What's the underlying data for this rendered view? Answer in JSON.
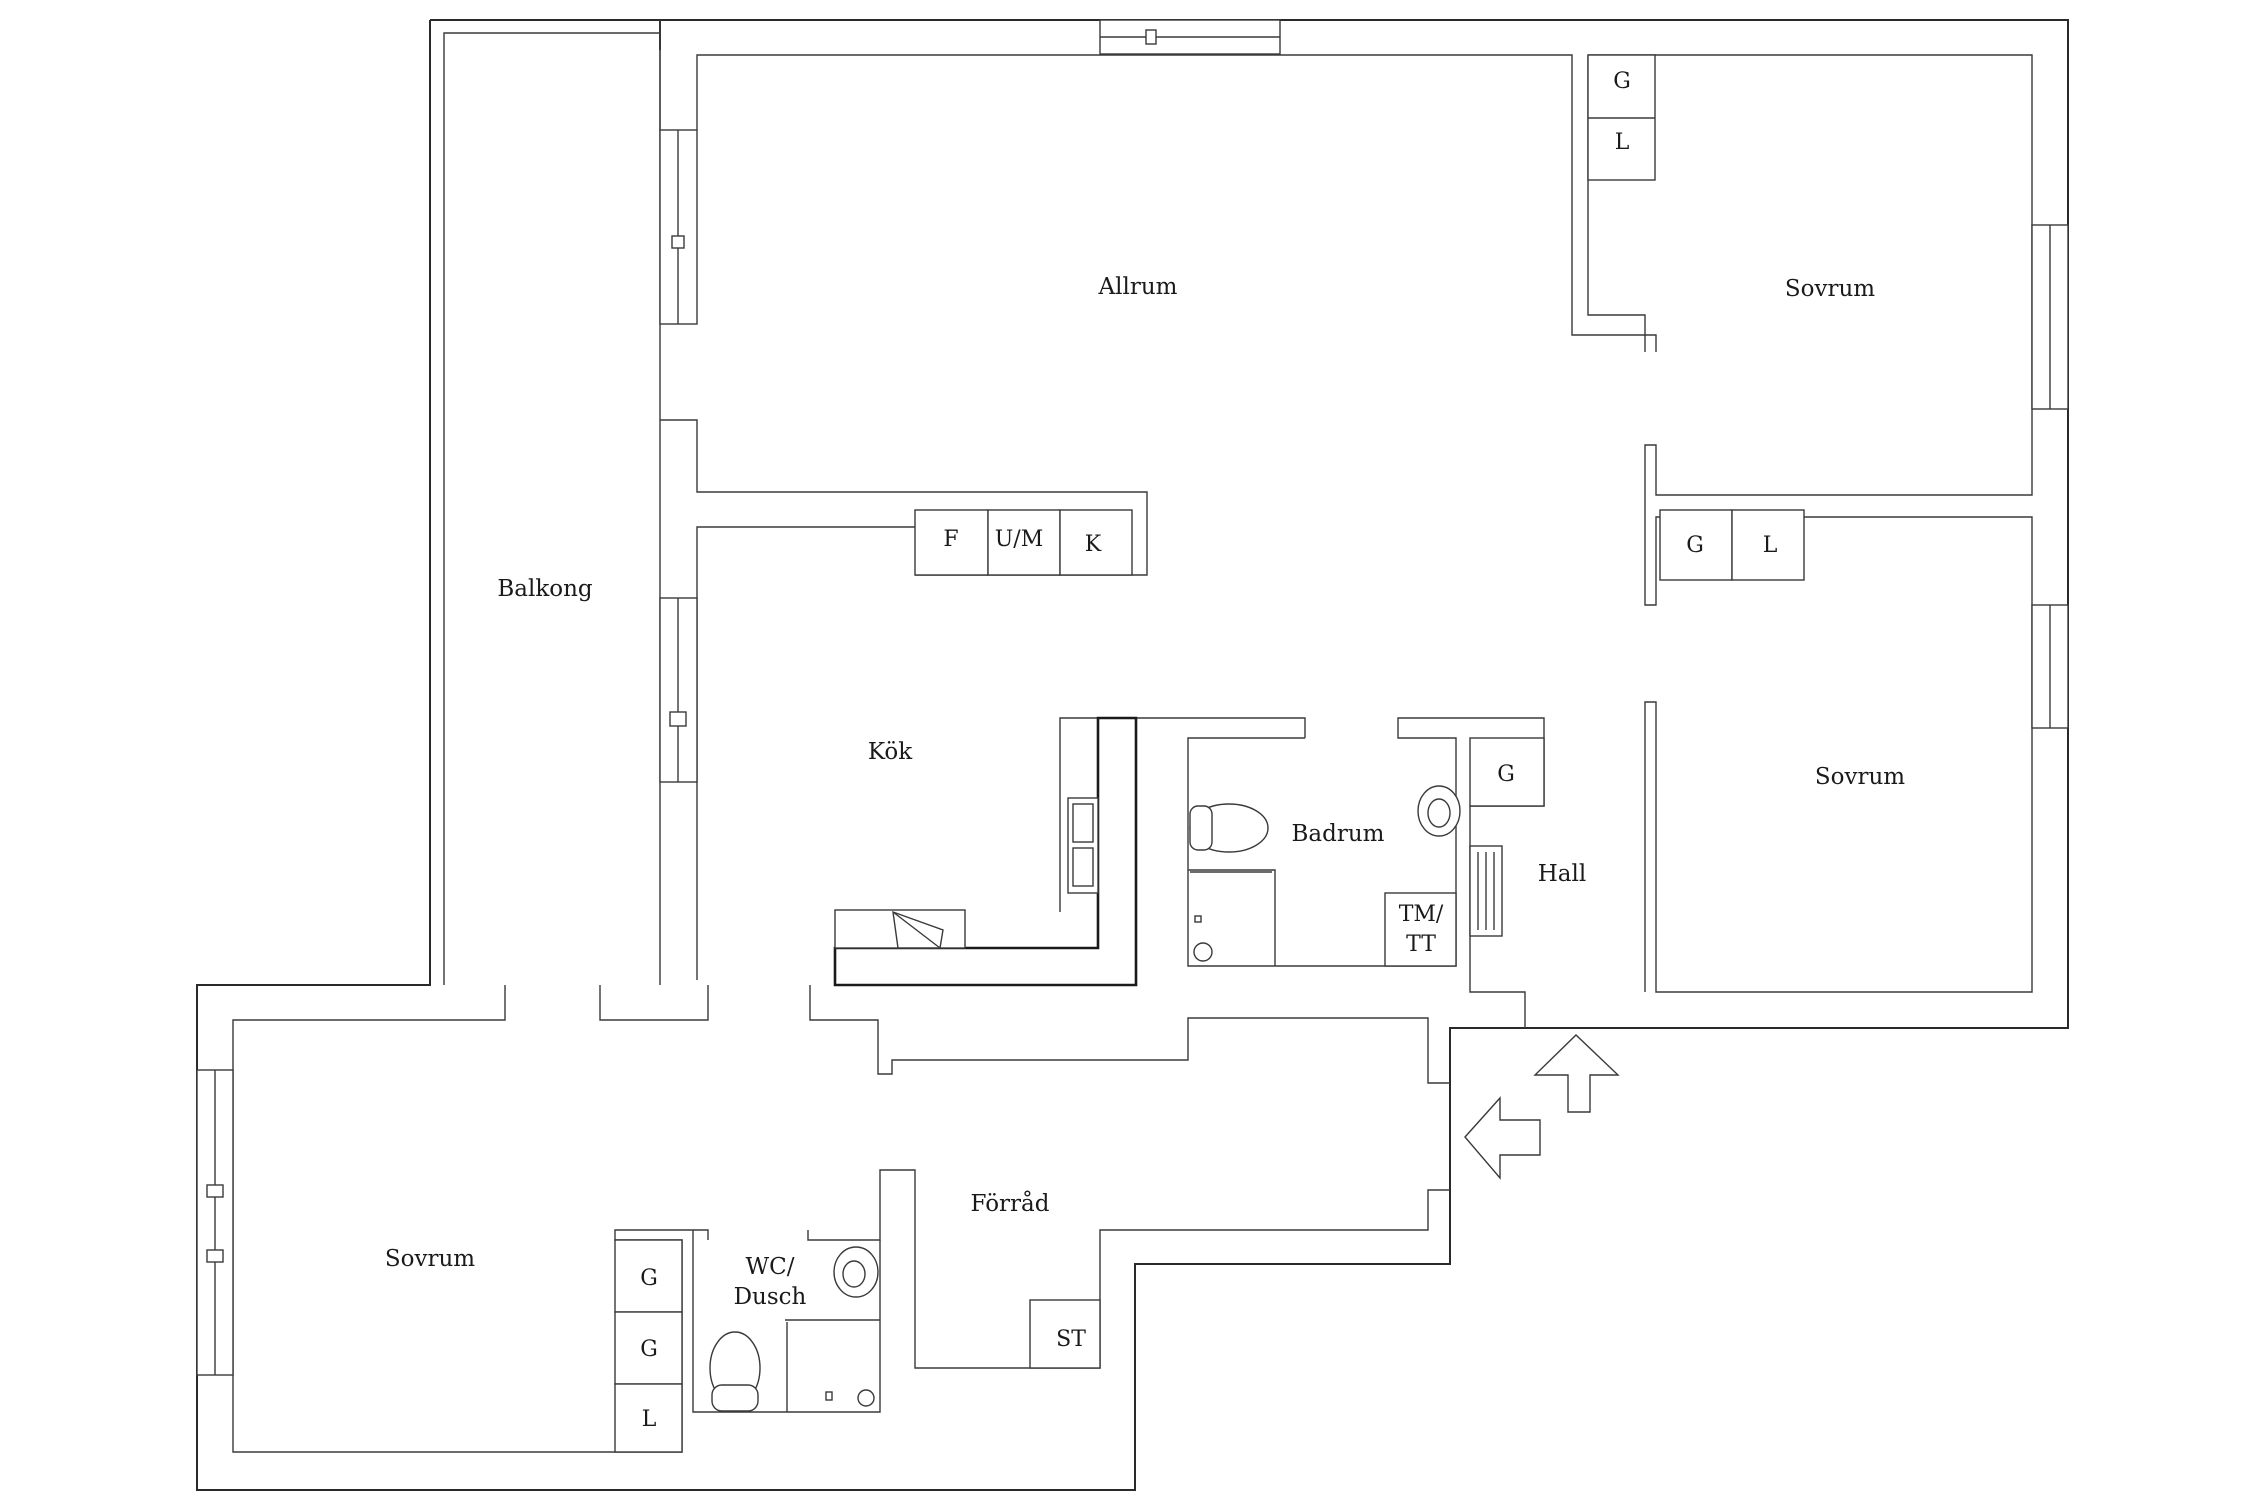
{
  "rooms": {
    "balkong": "Balkong",
    "allrum": "Allrum",
    "sovrum_top_right": "Sovrum",
    "sovrum_mid_right": "Sovrum",
    "kok": "Kök",
    "badrum": "Badrum",
    "hall": "Hall",
    "sovrum_bottom_left": "Sovrum",
    "forrad": "Förråd",
    "wc_line1": "WC/",
    "wc_line2": "Dusch"
  },
  "fixtures": {
    "kitchen_f": "F",
    "kitchen_um": "U/M",
    "kitchen_k": "K",
    "wardrobe_g1": "G",
    "wardrobe_l1": "L",
    "wardrobe_g2": "G",
    "wardrobe_l2": "L",
    "hall_g": "G",
    "tmtt_line1": "TM/",
    "tmtt_line2": "TT",
    "st": "ST",
    "wardrobe_g3": "G",
    "wardrobe_g4": "G",
    "wardrobe_l3": "L"
  }
}
